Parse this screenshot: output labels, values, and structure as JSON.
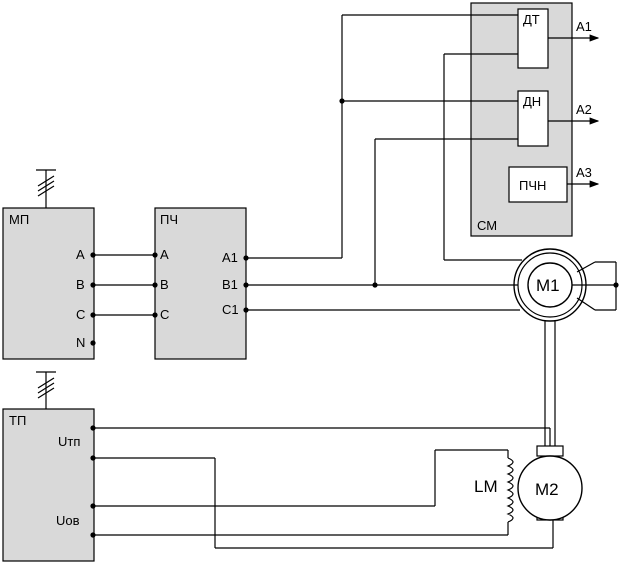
{
  "blocks": {
    "mp": {
      "title": "МП",
      "terminals": [
        "A",
        "B",
        "C",
        "N"
      ]
    },
    "pch": {
      "title": "ПЧ",
      "inputs": [
        "A",
        "B",
        "C"
      ],
      "outputs": [
        "A1",
        "B1",
        "C1"
      ]
    },
    "tp": {
      "title": "ТП",
      "terminals": [
        "Uтп",
        "Uов"
      ]
    },
    "sm": {
      "title": "СМ",
      "sensors": [
        "ДТ",
        "ДН",
        "ПЧН"
      ],
      "outputs": [
        "A1",
        "A2",
        "A3"
      ]
    }
  },
  "machines": {
    "m1": "M1",
    "m2": "M2",
    "field_winding": "LM"
  }
}
